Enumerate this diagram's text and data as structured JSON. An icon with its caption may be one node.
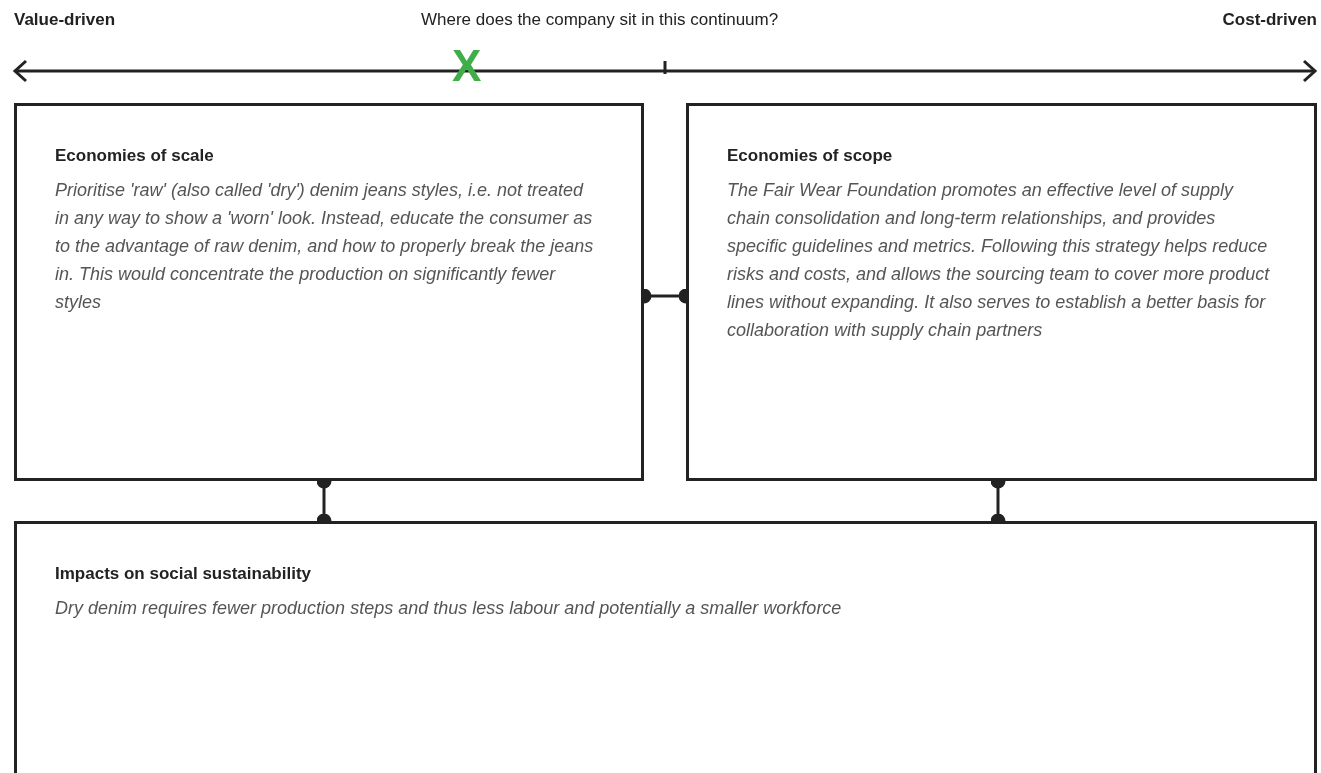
{
  "diagram": {
    "nodes": [
      {
        "text": [
          "Economies of scale",
          "Prioritise 'raw' (also called 'dry') denim jeans styles, i.e. not treated in any way to show a 'worn' look. Instead, educate the consumer as to the advantage of raw denim, and how to properly break the jeans in. This would concentrate the production on significantly fewer styles"
        ]
      },
      {
        "text": [
          "Economies of scope",
          "The Fair Wear Foundation promotes an effective level of supply chain consolidation and long-term relationships, and provides specific guidelines and metrics. Following this strategy helps reduce risks and costs, and allows the sourcing team to cover more product lines without expanding. It also serves to establish a better basis for collaboration with supply chain partners"
        ]
      },
      {
        "text": [
          "Impacts on social sustainability",
          "Dry denim requires fewer production steps and thus less labour and potentially a smaller workforce"
        ]
      }
    ],
    "edges": [
      {
        "from": 0,
        "to": 1,
        "arrow": "other"
      },
      {
        "from": 0,
        "to": 2,
        "arrow": "other"
      },
      {
        "from": 1,
        "to": 2,
        "arrow": "other"
      }
    ],
    "labels": [
      "Value-driven",
      "Where does the company sit in this continuum?",
      "Cost-driven",
      "X"
    ]
  }
}
